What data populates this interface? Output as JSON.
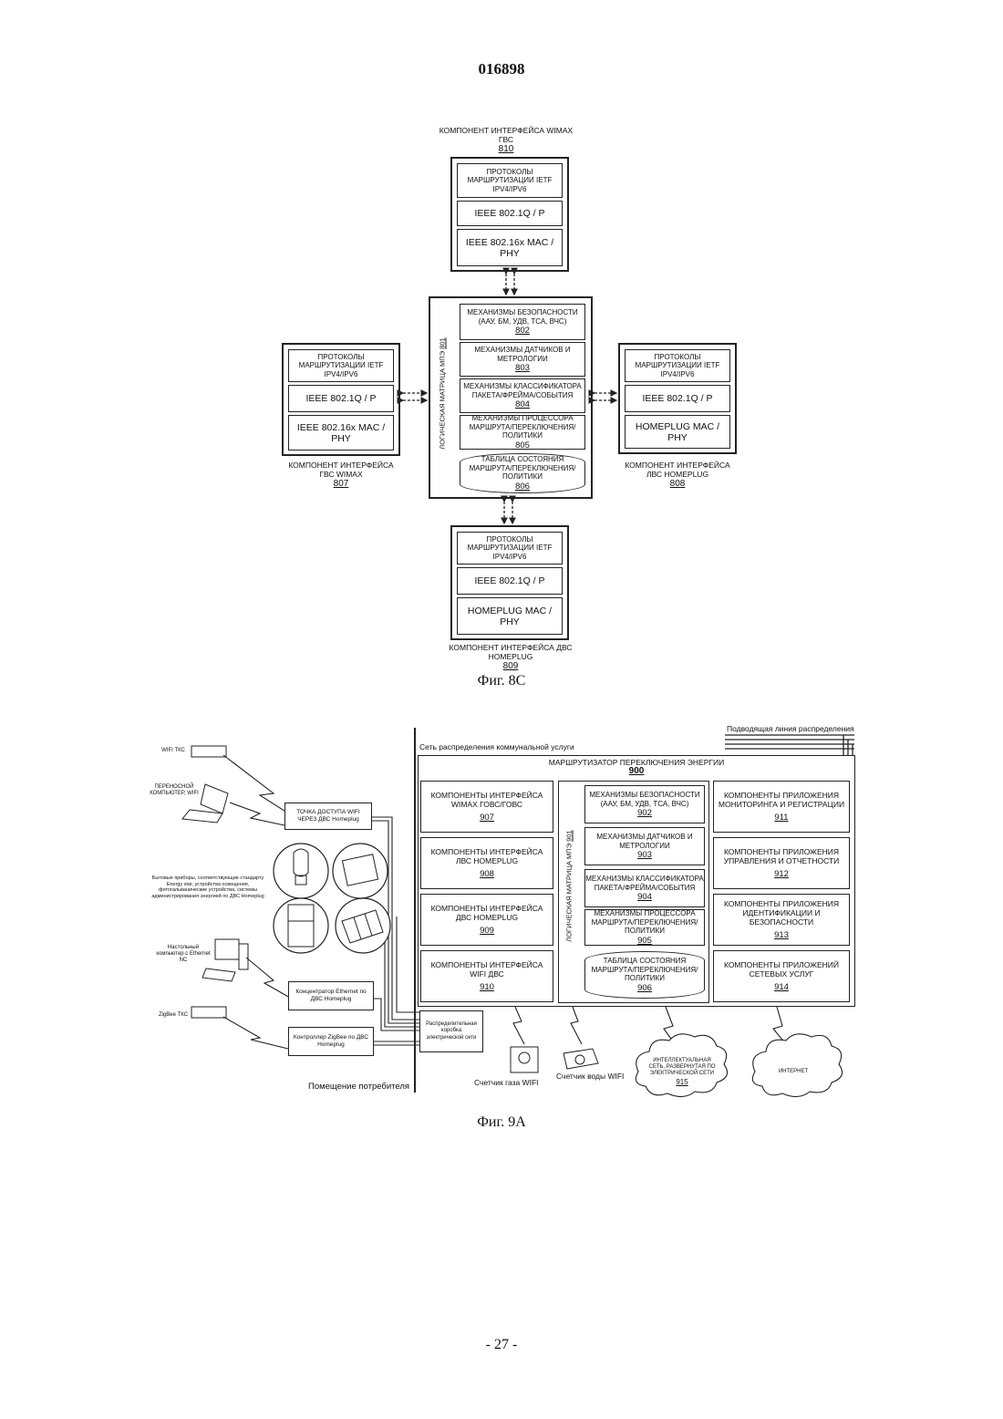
{
  "header": {
    "doc_number": "016898"
  },
  "footer": {
    "page_number": "- 27 -"
  },
  "fig8c": {
    "caption": "Фиг. 8С",
    "top": {
      "label": "КОМПОНЕНТ ИНТЕРФЕЙСА WIMAX ГВС",
      "num": "810",
      "cells": [
        "ПРОТОКОЛЫ МАРШРУТИЗАЦИИ IETF IPV4/IPV6",
        "IEEE 802.1Q / P",
        "IEEE 802.16x MAC / PHY"
      ]
    },
    "left": {
      "label": "КОМПОНЕНТ ИНТЕРФЕЙСА ГВС WIMAX",
      "num": "807",
      "cells": [
        "ПРОТОКОЛЫ МАРШРУТИЗАЦИИ IETF IPV4/IPV6",
        "IEEE 802.1Q / P",
        "IEEE 802.16x MAC / PHY"
      ]
    },
    "right": {
      "label": "КОМПОНЕНТ ИНТЕРФЕЙСА ЛВС HOMEPLUG",
      "num": "808",
      "cells": [
        "ПРОТОКОЛЫ МАРШРУТИЗАЦИИ IETF IPV4/IPV6",
        "IEEE 802.1Q / P",
        "HOMEPLUG MAC / PHY"
      ]
    },
    "bottom": {
      "label": "КОМПОНЕНТ ИНТЕРФЕЙСА ДВС HOMEPLUG",
      "num": "809",
      "cells": [
        "ПРОТОКОЛЫ МАРШРУТИЗАЦИИ IETF IPV4/IPV6",
        "IEEE 802.1Q / P",
        "HOMEPLUG MAC / PHY"
      ]
    },
    "matrix": {
      "label": "ЛОГИЧЕСКАЯ МАТРИЦА МПЭ",
      "num": "801",
      "cells": [
        {
          "text": "МЕХАНИЗМЫ БЕЗОПАСНОСТИ (ААУ, БМ, УДВ, ТСА, ВЧС)",
          "num": "802"
        },
        {
          "text": "МЕХАНИЗМЫ ДАТЧИКОВ И МЕТРОЛОГИИ",
          "num": "803"
        },
        {
          "text": "МЕХАНИЗМЫ КЛАССИФИКАТОРА ПАКЕТА/ФРЕЙМА/СОБЫТИЯ",
          "num": "804"
        },
        {
          "text": "МЕХАНИЗМЫ ПРОЦЕССОРА МАРШРУТА/ПЕРЕКЛЮЧЕНИЯ/ ПОЛИТИКИ",
          "num": "805"
        }
      ],
      "table": {
        "text": "ТАБЛИЦА СОСТОЯНИЯ МАРШРУТА/ПЕРЕКЛЮЧЕНИЯ/ ПОЛИТИКИ",
        "num": "806"
      }
    }
  },
  "fig9a": {
    "caption": "Фиг. 9А",
    "feeder_label": "Подводящая линия распределения",
    "utility_label": "Сеть распределения коммунальной услуги",
    "premises_label": "Помещение потребителя",
    "router_title": "МАРШРУТИЗАТОР ПЕРЕКЛЮЧЕНИЯ ЭНЕРГИИ",
    "router_num": "900",
    "left_col": [
      {
        "text": "КОМПОНЕНТЫ ИНТЕРФЕЙСА WIMAX ГОВС/ГОВС",
        "num": "907"
      },
      {
        "text": "КОМПОНЕНТЫ ИНТЕРФЕЙСА ЛВС HOMEPLUG",
        "num": "908"
      },
      {
        "text": "КОМПОНЕНТЫ ИНТЕРФЕЙСА ДВС HOMEPLUG",
        "num": "909"
      },
      {
        "text": "КОМПОНЕНТЫ ИНТЕРФЕЙСА WIFI ДВС",
        "num": "910"
      }
    ],
    "matrix": {
      "label": "ЛОГИЧЕСКАЯ МАТРИЦА МПЭ",
      "num": "901",
      "cells": [
        {
          "text": "МЕХАНИЗМЫ БЕЗОПАСНОСТИ (ААУ, БМ, УДВ, ТСА, ВЧС)",
          "num": "902"
        },
        {
          "text": "МЕХАНИЗМЫ ДАТЧИКОВ И МЕТРОЛОГИИ",
          "num": "903"
        },
        {
          "text": "МЕХАНИЗМЫ КЛАССИФИКАТОРА ПАКЕТА/ФРЕЙМА/СОБЫТИЯ",
          "num": "904"
        },
        {
          "text": "МЕХАНИЗМЫ ПРОЦЕССОРА МАРШРУТА/ПЕРЕКЛЮЧЕНИЯ/ ПОЛИТИКИ",
          "num": "905"
        }
      ],
      "table": {
        "text": "ТАБЛИЦА СОСТОЯНИЯ МАРШРУТА/ПЕРЕКЛЮЧЕНИЯ/ ПОЛИТИКИ",
        "num": "906"
      }
    },
    "right_col": [
      {
        "text": "КОМПОНЕНТЫ ПРИЛОЖЕНИЯ МОНИТОРИНГА И РЕГИСТРАЦИИ",
        "num": "911"
      },
      {
        "text": "КОМПОНЕНТЫ ПРИЛОЖЕНИЯ УПРАВЛЕНИЯ И ОТЧЕТНОСТИ",
        "num": "912"
      },
      {
        "text": "КОМПОНЕНТЫ ПРИЛОЖЕНИЯ ИДЕНТИФИКАЦИИ И БЕЗОПАСНОСТИ",
        "num": "913"
      },
      {
        "text": "КОМПОНЕНТЫ ПРИЛОЖЕНИЙ СЕТЕВЫХ УСЛУГ",
        "num": "914"
      }
    ],
    "devices": {
      "wifi_tkc": "WIFI ТКС",
      "laptop": "ПЕРЕНОСНОЙ КОМПЬЮТЕР, WIFI",
      "appliances": "Бытовые приборы, соответствующие стандарту Energy star, устройства освещения, фотогальванические устройства, системы администрирования энергией по ДВС Homeplug",
      "desktop": "Настольный компьютер с Ethernet NC",
      "zigbee_tkc": "ZigBee ТКС"
    },
    "boxes": {
      "wifi_ap": "ТОЧКА ДОСТУПА WIFI ЧЕРЕЗ ДВС Homeplug",
      "eth_hub": "Концентратор Ethernet по ДВС Homeplug",
      "zigbee_ctrl": "Контроллер ZigBee по ДВС Homeplug",
      "dist_box": "Распределительная коробка электрической сети"
    },
    "meters": {
      "gas": "Счетчик газа WIFI",
      "water": "Счетчик воды WIFI"
    },
    "clouds": {
      "smartgrid": "ИНТЕЛЛЕКТУАЛЬНАЯ СЕТЬ, РАЗВЕРНУТАЯ ПО ЭЛЕКТРИЧЕСКОЙ СЕТИ",
      "smartgrid_num": "915",
      "internet": "ИНТЕРНЕТ"
    }
  }
}
